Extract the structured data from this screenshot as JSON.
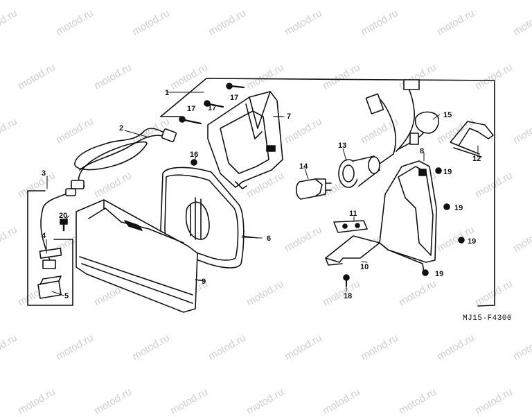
{
  "watermark": "motod.ru",
  "diagram_code": "MJ15-F4300",
  "callouts": [
    "1",
    "2",
    "3",
    "4",
    "5",
    "6",
    "7",
    "8",
    "9",
    "10",
    "11",
    "12",
    "13",
    "14",
    "15",
    "16",
    "17",
    "17",
    "17",
    "18",
    "19",
    "19",
    "19",
    "19",
    "20"
  ]
}
